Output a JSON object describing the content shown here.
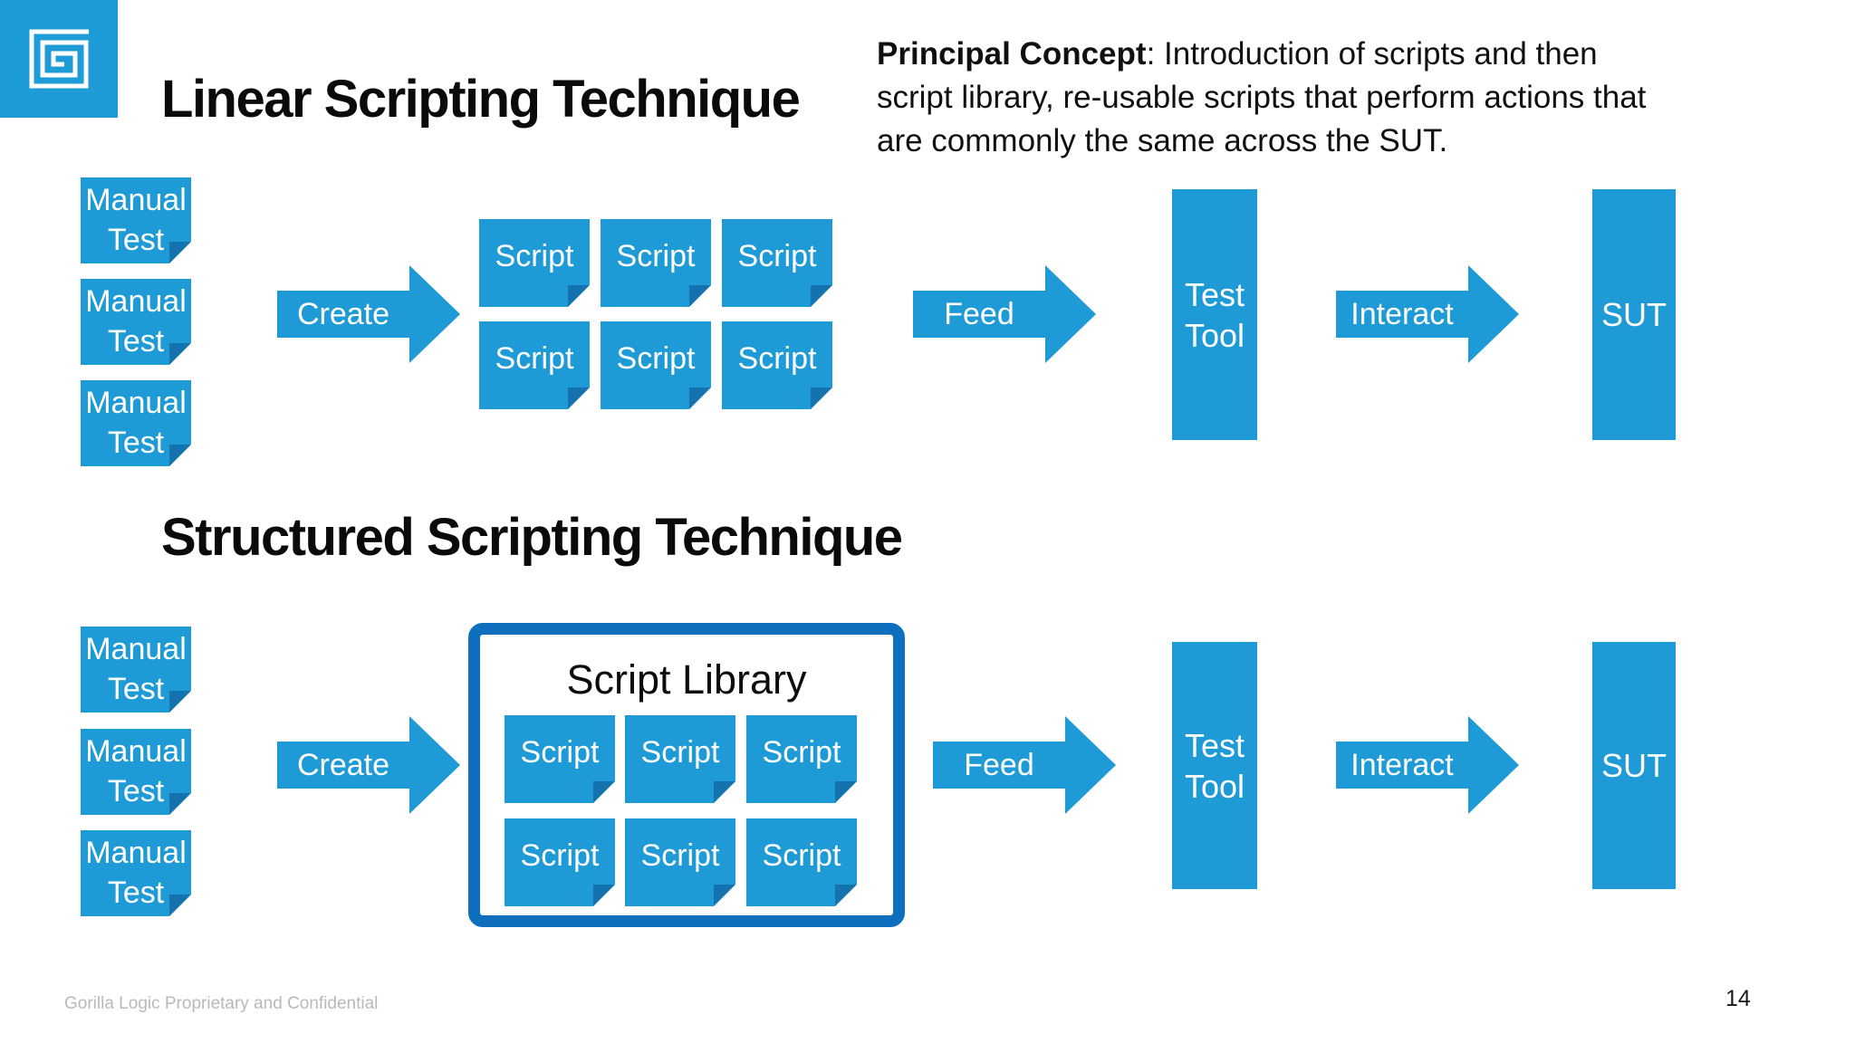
{
  "page": {
    "footer": "Gorilla Logic Proprietary and Confidential",
    "page_number": "14"
  },
  "colors": {
    "shape_blue": "#1E9BD6",
    "fold_blue": "#1473AE",
    "library_border_blue": "#0D6FBE",
    "logo_blue": "#1E9CD7",
    "footer_gray": "#b9b9bd"
  },
  "principal_concept": {
    "label": "Principal Concept",
    "line1_rest": ": Introduction of scripts and then",
    "line2": "script library, re-usable scripts that perform actions that",
    "line3": "are commonly the same across the SUT."
  },
  "linear": {
    "title": "Linear Scripting Technique",
    "manual_tests": [
      "Manual\nTest",
      "Manual\nTest",
      "Manual\nTest"
    ],
    "create_label": "Create",
    "scripts": [
      "Script",
      "Script",
      "Script",
      "Script",
      "Script",
      "Script"
    ],
    "feed_label": "Feed",
    "test_tool_label": "Test\nTool",
    "interact_label": "Interact",
    "sut_label": "SUT"
  },
  "structured": {
    "title": "Structured Scripting Technique",
    "manual_tests": [
      "Manual\nTest",
      "Manual\nTest",
      "Manual\nTest"
    ],
    "create_label": "Create",
    "script_library_title": "Script Library",
    "scripts": [
      "Script",
      "Script",
      "Script",
      "Script",
      "Script",
      "Script"
    ],
    "feed_label": "Feed",
    "test_tool_label": "Test\nTool",
    "interact_label": "Interact",
    "sut_label": "SUT"
  }
}
